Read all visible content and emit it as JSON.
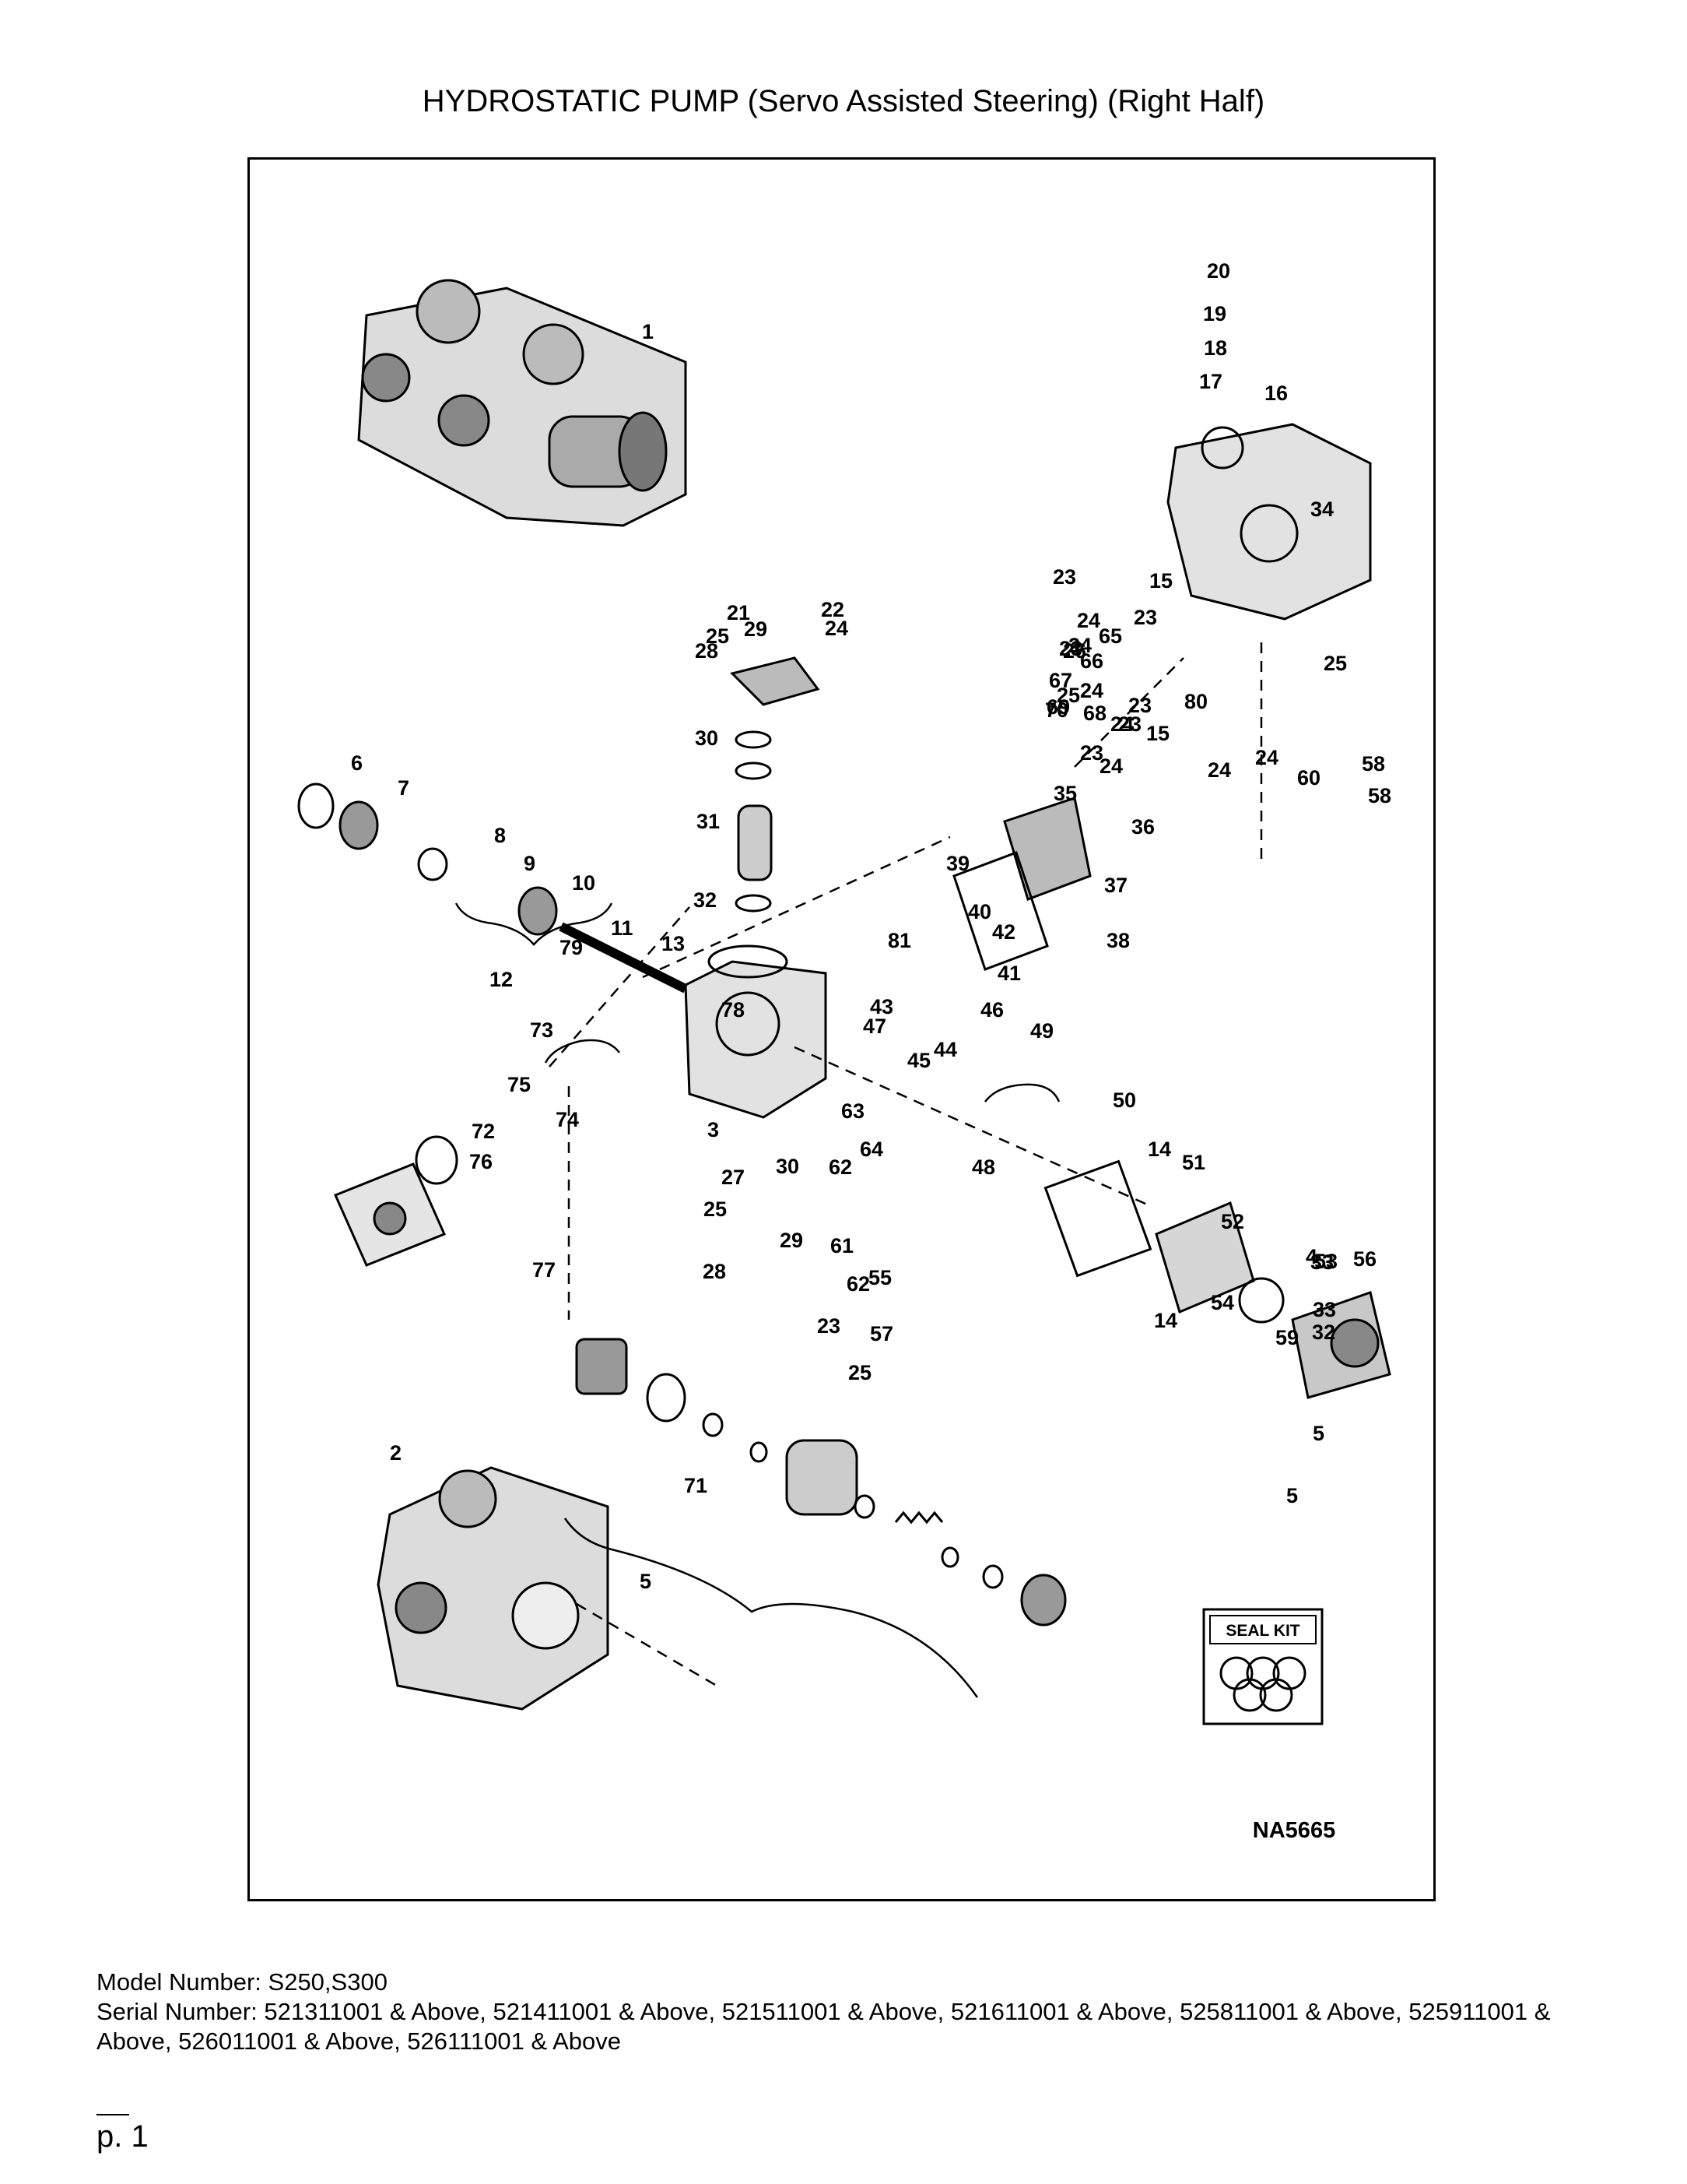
{
  "title": "HYDROSTATIC PUMP (Servo Assisted Steering) (Right Half)",
  "diagram": {
    "drawing_id": "NA5665",
    "seal_kit_label": "SEAL KIT",
    "callouts": [
      "1",
      "2",
      "3",
      "4",
      "5",
      "5",
      "5",
      "6",
      "7",
      "8",
      "9",
      "10",
      "11",
      "12",
      "13",
      "14",
      "14",
      "15",
      "15",
      "16",
      "17",
      "18",
      "19",
      "20",
      "21",
      "22",
      "23",
      "23",
      "23",
      "23",
      "23",
      "23",
      "23",
      "24",
      "24",
      "24",
      "24",
      "24",
      "24",
      "24",
      "24",
      "25",
      "25",
      "25",
      "25",
      "25",
      "26",
      "27",
      "28",
      "28",
      "29",
      "29",
      "30",
      "30",
      "31",
      "32",
      "32",
      "33",
      "33",
      "34",
      "35",
      "36",
      "37",
      "38",
      "39",
      "40",
      "41",
      "42",
      "43",
      "44",
      "45",
      "46",
      "47",
      "48",
      "49",
      "50",
      "51",
      "52",
      "53",
      "54",
      "55",
      "56",
      "57",
      "58",
      "58",
      "59",
      "60",
      "61",
      "62",
      "62",
      "63",
      "64",
      "65",
      "66",
      "67",
      "68",
      "69",
      "70",
      "71",
      "72",
      "73",
      "74",
      "75",
      "76",
      "77",
      "78",
      "79",
      "80",
      "81"
    ]
  },
  "footer": {
    "model_line": "Model Number: S250,S300",
    "serial_line": "Serial Number: 521311001 & Above, 521411001 & Above, 521511001 & Above, 521611001 & Above, 525811001 & Above, 525911001 & Above, 526011001 & Above, 526111001 & Above",
    "page": "p. 1"
  }
}
